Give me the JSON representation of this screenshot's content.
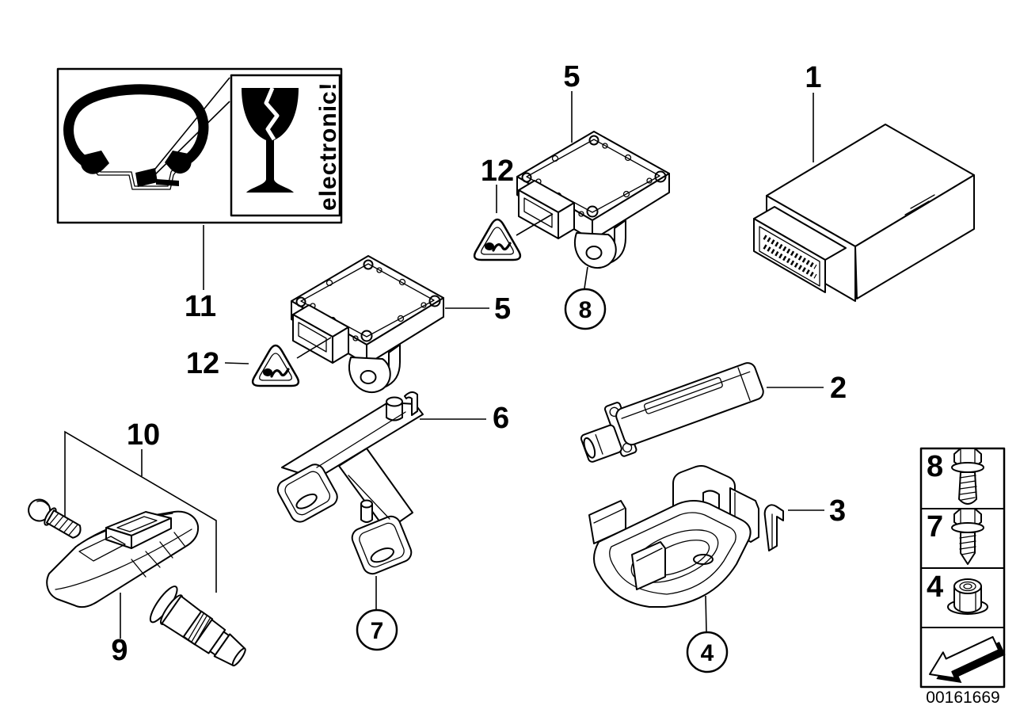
{
  "doc_number": "00161669",
  "colors": {
    "ink": "#000000",
    "paper": "#ffffff"
  },
  "warning_box": {
    "electronic_label": "electronic!"
  },
  "callouts": {
    "c1": "1",
    "c2": "2",
    "c3": "3",
    "c4": "4",
    "c5_top": "5",
    "c5_mid": "5",
    "c6": "6",
    "c7": "7",
    "c8": "8",
    "c9": "9",
    "c10": "10",
    "c11": "11",
    "c12_top": "12",
    "c12_mid": "12"
  },
  "legend": {
    "screw8": "8",
    "screw7": "7",
    "nut4": "4"
  }
}
